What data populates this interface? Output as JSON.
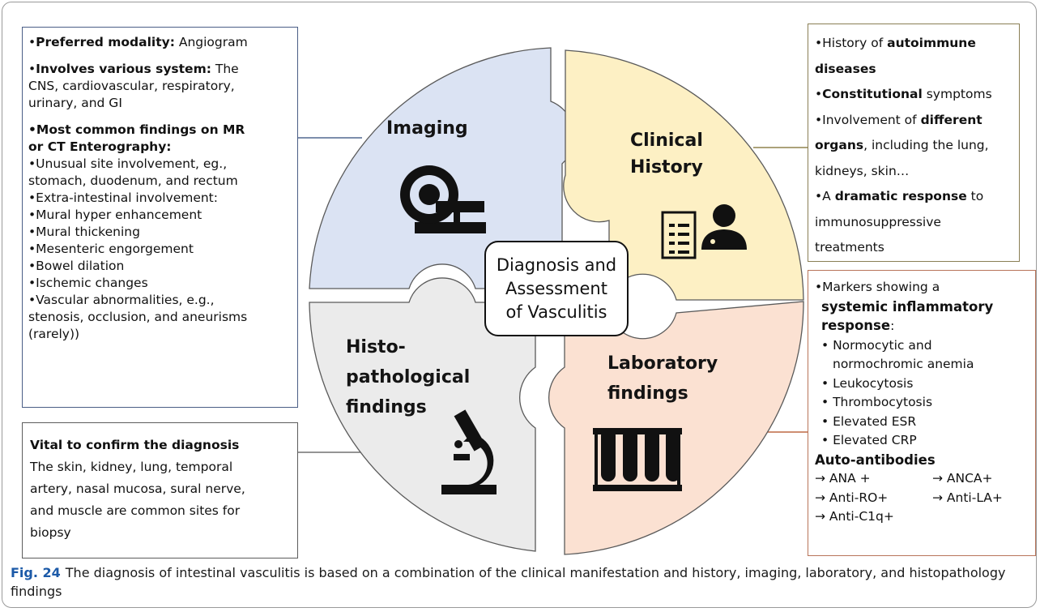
{
  "imaging_box": {
    "preferred_label": "Preferred modality:",
    "preferred_value": "Angiogram",
    "systems_label": "Involves various system:",
    "systems_value_1": "The",
    "systems_value_2": "CNS, cardiovascular, respiratory,",
    "systems_value_3": "urinary, and GI",
    "findings_label_1": "Most common findings on MR",
    "findings_label_2": "or CT Enterography:",
    "f1a": "Unusual site involvement, eg.,",
    "f1b": "stomach, duodenum, and rectum",
    "f2": "Extra-intestinal involvement:",
    "f3": "Mural hyper enhancement",
    "f4": "Mural thickening",
    "f5": "Mesenteric engorgement",
    "f6": "Bowel dilation",
    "f7": "Ischemic changes",
    "f8a": "Vascular abnormalities, e.g.,",
    "f8b": "stenosis, occlusion, and aneurisms",
    "f8c": "(rarely))"
  },
  "biopsy_box": {
    "title": "Vital to confirm the diagnosis",
    "l1": "The skin, kidney, lung, temporal",
    "l2": "artery, nasal mucosa, sural nerve,",
    "l3": "and muscle are common sites for",
    "l4": "biopsy"
  },
  "clinical_box": {
    "l1": "History of",
    "l1b": "autoimmune",
    "l2": "diseases",
    "l3b": "Constitutional",
    "l3": "symptoms",
    "l4": "Involvement of",
    "l4b": "different",
    "l5b": "organs",
    "l5": ", including the lung,",
    "l6": "kidneys, skin…",
    "l7": "A",
    "l7b": "dramatic response",
    "l7c": "to",
    "l8": "immunosuppressive",
    "l9": "treatments"
  },
  "lab_box": {
    "l1": "Markers showing a",
    "l2": "systemic inflammatory",
    "l3b": "response",
    "l3": ":",
    "i1a": "Normocytic and",
    "i1b": "normochromic anemia",
    "i2": "Leukocytosis",
    "i3": "Thrombocytosis",
    "i4": "Elevated ESR",
    "i5": "Elevated CRP",
    "antibodies_title": "Auto-antibodies",
    "a1": "→ ANA +",
    "a2": "→ ANCA+",
    "a3": "→ Anti-RO+",
    "a4": "→ Anti-LA+",
    "a5": "→ Anti-C1q+"
  },
  "puzzle": {
    "imaging": "Imaging",
    "clinical_1": "Clinical",
    "clinical_2": "History",
    "histo_1": "Histo-",
    "histo_2": "pathological",
    "histo_3": "findings",
    "lab_1": "Laboratory",
    "lab_2": "findings",
    "center_1": "Diagnosis and",
    "center_2": "Assessment",
    "center_3": "of Vasculitis"
  },
  "caption": {
    "fig_num": "Fig. 24",
    "text": "The diagnosis of intestinal vasculitis is based on a combination of the clinical manifestation and history, imaging, laboratory, and histopathology findings"
  },
  "colors": {
    "imaging": "#dbe3f3",
    "clinical": "#fdf0c4",
    "histo": "#ebebeb",
    "lab": "#fbe1d2"
  }
}
